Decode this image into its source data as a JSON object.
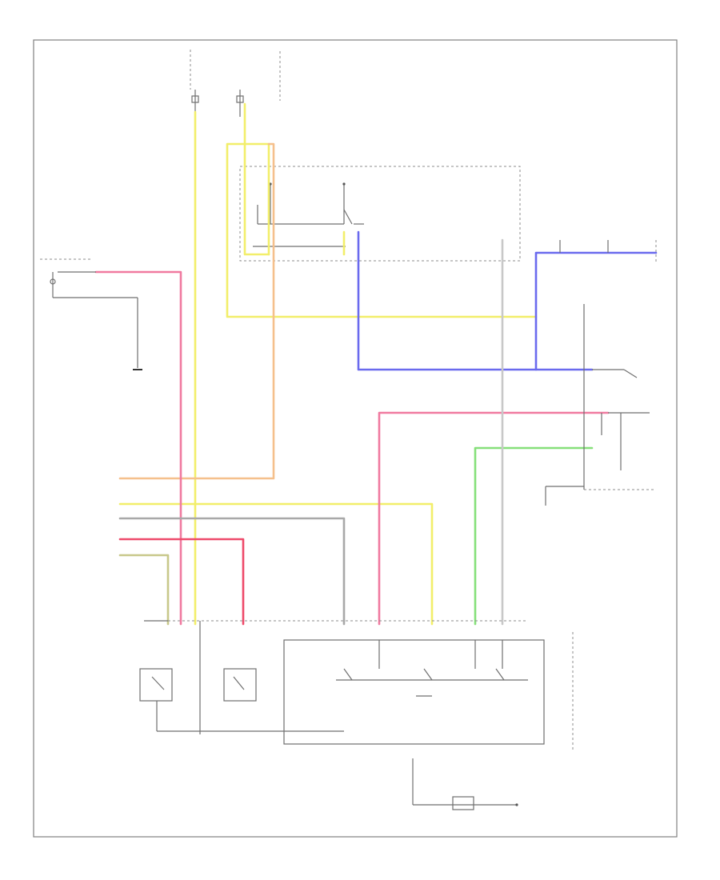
{
  "diagram": {
    "footer_code": "",
    "wire_colors": {
      "yellow": "#f2ee6a",
      "pink": "#f07aa0",
      "orange": "#f5c08c",
      "blue": "#6a6aee",
      "green": "#86e07a",
      "gray": "#9a9a9a",
      "red": "#ee4a6a",
      "olive": "#c8c88a"
    },
    "labels": [],
    "components": [
      "fuse-block",
      "steering-column-module",
      "relay-control-module",
      "lamp-switch-assembly",
      "door-switch-left",
      "door-switch-right",
      "ground-points",
      "connectors"
    ]
  }
}
